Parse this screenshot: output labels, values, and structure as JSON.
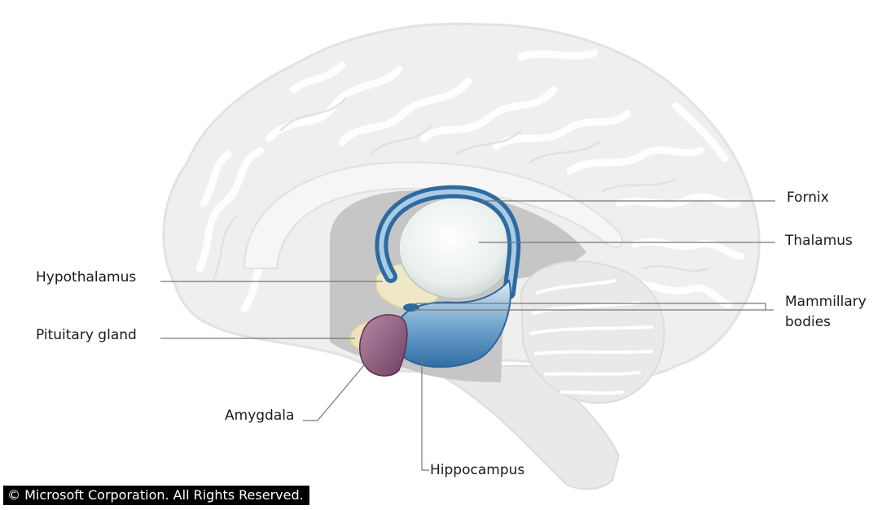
{
  "labels": {
    "fornix": "Fornix",
    "thalamus": "Thalamus",
    "mammillary_line1": "Mammillary",
    "mammillary_line2": "bodies",
    "hypothalamus": "Hypothalamus",
    "pituitary": "Pituitary gland",
    "amygdala": "Amygdala",
    "hippocampus": "Hippocampus"
  },
  "copyright": "© Microsoft Corporation. All Rights Reserved.",
  "colors": {
    "brain_fill": "#efefef",
    "gyri_lines": "#ffffff",
    "ventricle_gray": "#c4c4c4",
    "fornix_blue": "#2e6aa0",
    "thalamus": "#e6ece9",
    "hypothalamus": "#efe9c9",
    "pituitary": "#efe1b8",
    "amygdala": "#8a5a78",
    "hippocampus": "#3f7fb2",
    "leader_lines": "#777777"
  }
}
